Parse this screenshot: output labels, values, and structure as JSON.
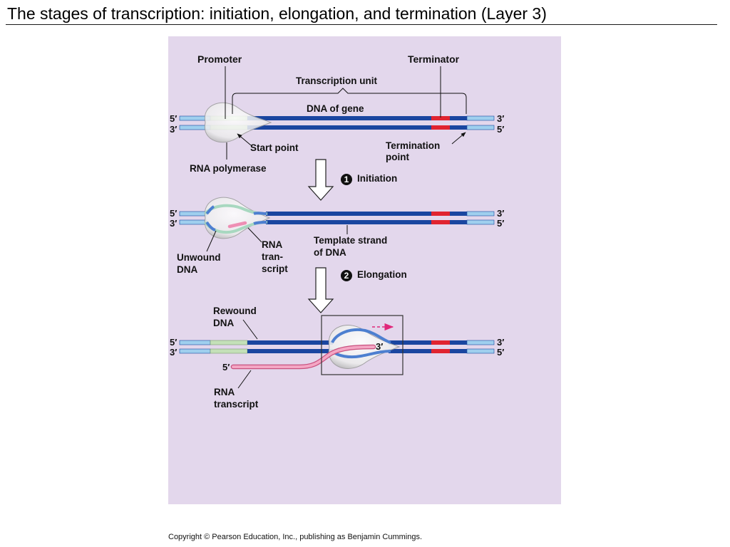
{
  "slide": {
    "title": "The stages of transcription: initiation, elongation, and termination (Layer 3)",
    "copyright": "Copyright © Pearson Education, Inc., publishing as Benjamin Cummings."
  },
  "ends": {
    "five_prime": "5′",
    "three_prime": "3′"
  },
  "colors": {
    "panel": "#e3d7ec",
    "dna_light": "#9fcfee",
    "dna_dark": "#1a46a0",
    "promoter": "#c4e0b8",
    "terminator": "#e02430",
    "rna": "#ee8fb4",
    "unwound": "#4d7fd0",
    "polymerase": "#f0f0f0",
    "box": "#333333"
  },
  "stage0": {
    "promoter": "Promoter",
    "terminator": "Terminator",
    "transcription_unit": "Transcription unit",
    "dna_of_gene": "DNA of gene",
    "start_point": "Start point",
    "rna_polymerase": "RNA polymerase",
    "termination_point": [
      "Termination",
      "point"
    ]
  },
  "step1": {
    "number": "1",
    "label": "Initiation"
  },
  "stage1": {
    "unwound_dna": [
      "Unwound",
      "DNA"
    ],
    "rna_transcript": [
      "RNA",
      "tran-",
      "script"
    ],
    "template_strand": [
      "Template strand",
      "of DNA"
    ]
  },
  "step2": {
    "number": "2",
    "label": "Elongation"
  },
  "stage2": {
    "rewound_dna": [
      "Rewound",
      "DNA"
    ],
    "rna_transcript": [
      "RNA",
      "transcript"
    ],
    "rna_5prime": "5′",
    "rna_3prime": "3′"
  }
}
